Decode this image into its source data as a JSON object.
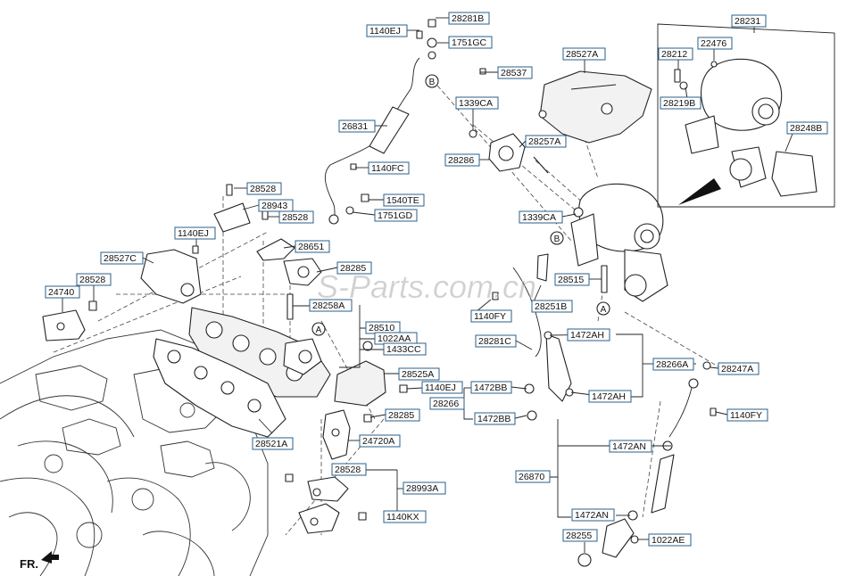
{
  "watermark": "S-Parts.com.cn",
  "front_marker": "FR.",
  "circle_markers": {
    "a1": "A",
    "a2": "A",
    "b1": "B",
    "b2": "B"
  },
  "labels": {
    "p28281B": "28281B",
    "p1140EJ_top": "1140EJ",
    "p1751GC": "1751GC",
    "p28231": "28231",
    "p28212": "28212",
    "p22476": "22476",
    "p28219B": "28219B",
    "p28248B": "28248B",
    "p28527A": "28527A",
    "p28537": "28537",
    "p1339CA_top": "1339CA",
    "p26831": "26831",
    "p28286": "28286",
    "p28257A": "28257A",
    "p1140FC": "1140FC",
    "p1540TE": "1540TE",
    "p1751GD": "1751GD",
    "p28528_a": "28528",
    "p28943": "28943",
    "p28528_b": "28528",
    "p1140EJ_mid": "1140EJ",
    "p28651": "28651",
    "p28527C": "28527C",
    "p28285_a": "28285",
    "p28528_c": "28528",
    "p24740": "24740",
    "p28258A": "28258A",
    "p28510": "28510",
    "p1022AA": "1022AA",
    "p1433CC": "1433CC",
    "p28525A": "28525A",
    "p1140EJ_low": "1140EJ",
    "p28285_b": "28285",
    "p24720A": "24720A",
    "p28521A": "28521A",
    "p28528_d": "28528",
    "p28993A": "28993A",
    "p1140KX": "1140KX",
    "p1339CA_mid": "1339CA",
    "p28515": "28515",
    "p28251B": "28251B",
    "p1140FY_a": "1140FY",
    "p28281C": "28281C",
    "p1472AH_a": "1472AH",
    "p28266A": "28266A",
    "p28247A": "28247A",
    "p1472BB_a": "1472BB",
    "p28266": "28266",
    "p1472AH_b": "1472AH",
    "p1472BB_b": "1472BB",
    "p1140FY_b": "1140FY",
    "p1472AN_a": "1472AN",
    "p26870": "26870",
    "p1472AN_b": "1472AN",
    "p28255": "28255",
    "p1022AE": "1022AE"
  }
}
